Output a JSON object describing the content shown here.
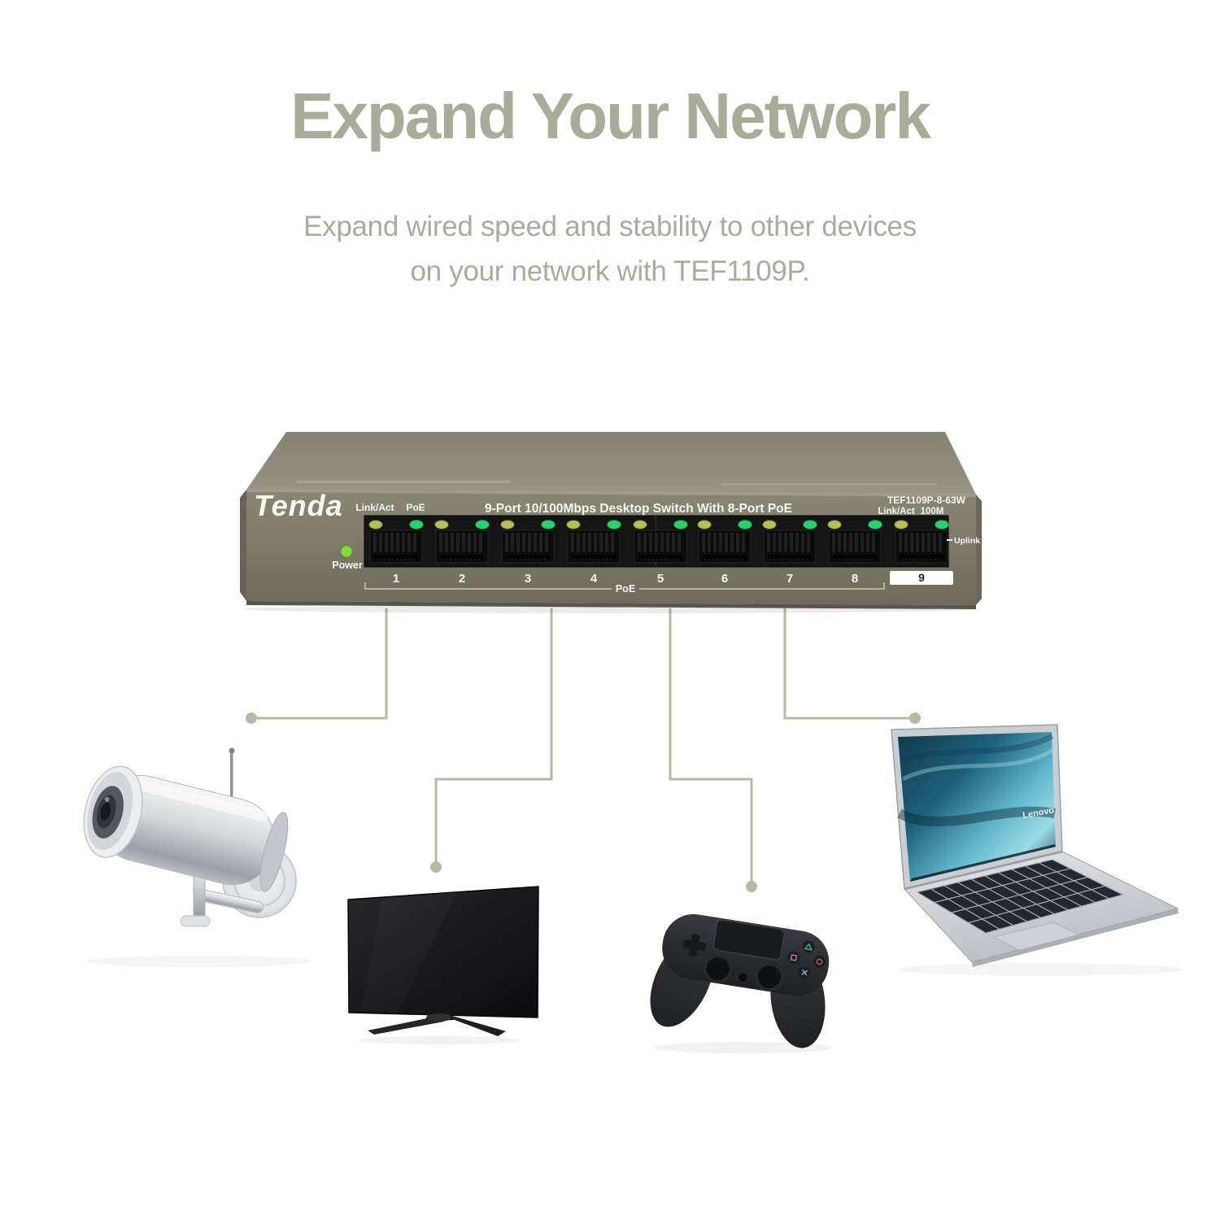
{
  "header": {
    "title": "Expand Your Network",
    "subtitle_line1": "Expand wired speed and stability to other devices",
    "subtitle_line2": "on your network with TEF1109P.",
    "title_color": "#a9ac99"
  },
  "switch": {
    "brand": "Tenda",
    "panel_title": "9-Port 10/100Mbps Desktop Switch With 8-Port PoE",
    "model_label": "TEF1109P-8-63W",
    "power_label": "Power",
    "uplink_label": "Uplink",
    "poe_group_label": "PoE",
    "port_led_labels": {
      "link": "Link/Act",
      "poe": "PoE"
    },
    "uplink_led_labels": {
      "link": "Link/Act",
      "speed": "100M"
    },
    "port_numbers": [
      "1",
      "2",
      "3",
      "4",
      "5",
      "6",
      "7",
      "8",
      "9"
    ],
    "colors": {
      "body_front": "#7d7969",
      "body_top": "#8b8779",
      "port_panel": "#141414",
      "led_link_act": "#b8bc5a",
      "led_poe": "#2ed06d",
      "power_led": "#84d93b",
      "label_text": "#f5f5f0"
    }
  },
  "connections": {
    "line_color": "#b7b9a4",
    "lines": [
      {
        "from_port": "1",
        "device": "ip-camera"
      },
      {
        "from_port": "4",
        "device": "tv"
      },
      {
        "from_port": "5",
        "device": "game-controller"
      },
      {
        "from_port": "7",
        "device": "laptop"
      }
    ]
  },
  "devices": {
    "camera": {
      "type": "ip-camera"
    },
    "tv": {
      "type": "flat-screen-tv"
    },
    "controller": {
      "type": "game-controller"
    },
    "laptop": {
      "type": "laptop",
      "brand": "Lenovo"
    }
  }
}
